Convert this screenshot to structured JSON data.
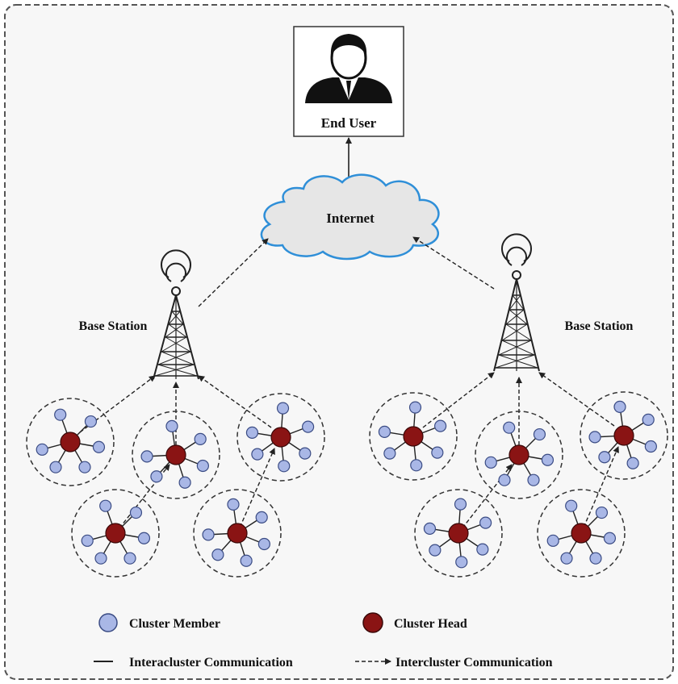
{
  "end_user": {
    "label": "End User"
  },
  "internet": {
    "label": "Internet"
  },
  "base_stations": [
    {
      "label": "Base Station"
    },
    {
      "label": "Base Station"
    }
  ],
  "legend": {
    "cluster_member": "Cluster Member",
    "cluster_head": "Cluster Head",
    "intracluster": "Interacluster Communication",
    "intercluster": "Intercluster Communication"
  },
  "colors": {
    "background": "#f7f7f7",
    "border": "#555555",
    "cluster_member_fill": "#a9b7e6",
    "cluster_member_stroke": "#3b4c84",
    "cluster_head_fill": "#8a1414",
    "cloud_fill": "#e6e6e6",
    "cloud_stroke": "#2f8fd8",
    "line": "#222222"
  }
}
